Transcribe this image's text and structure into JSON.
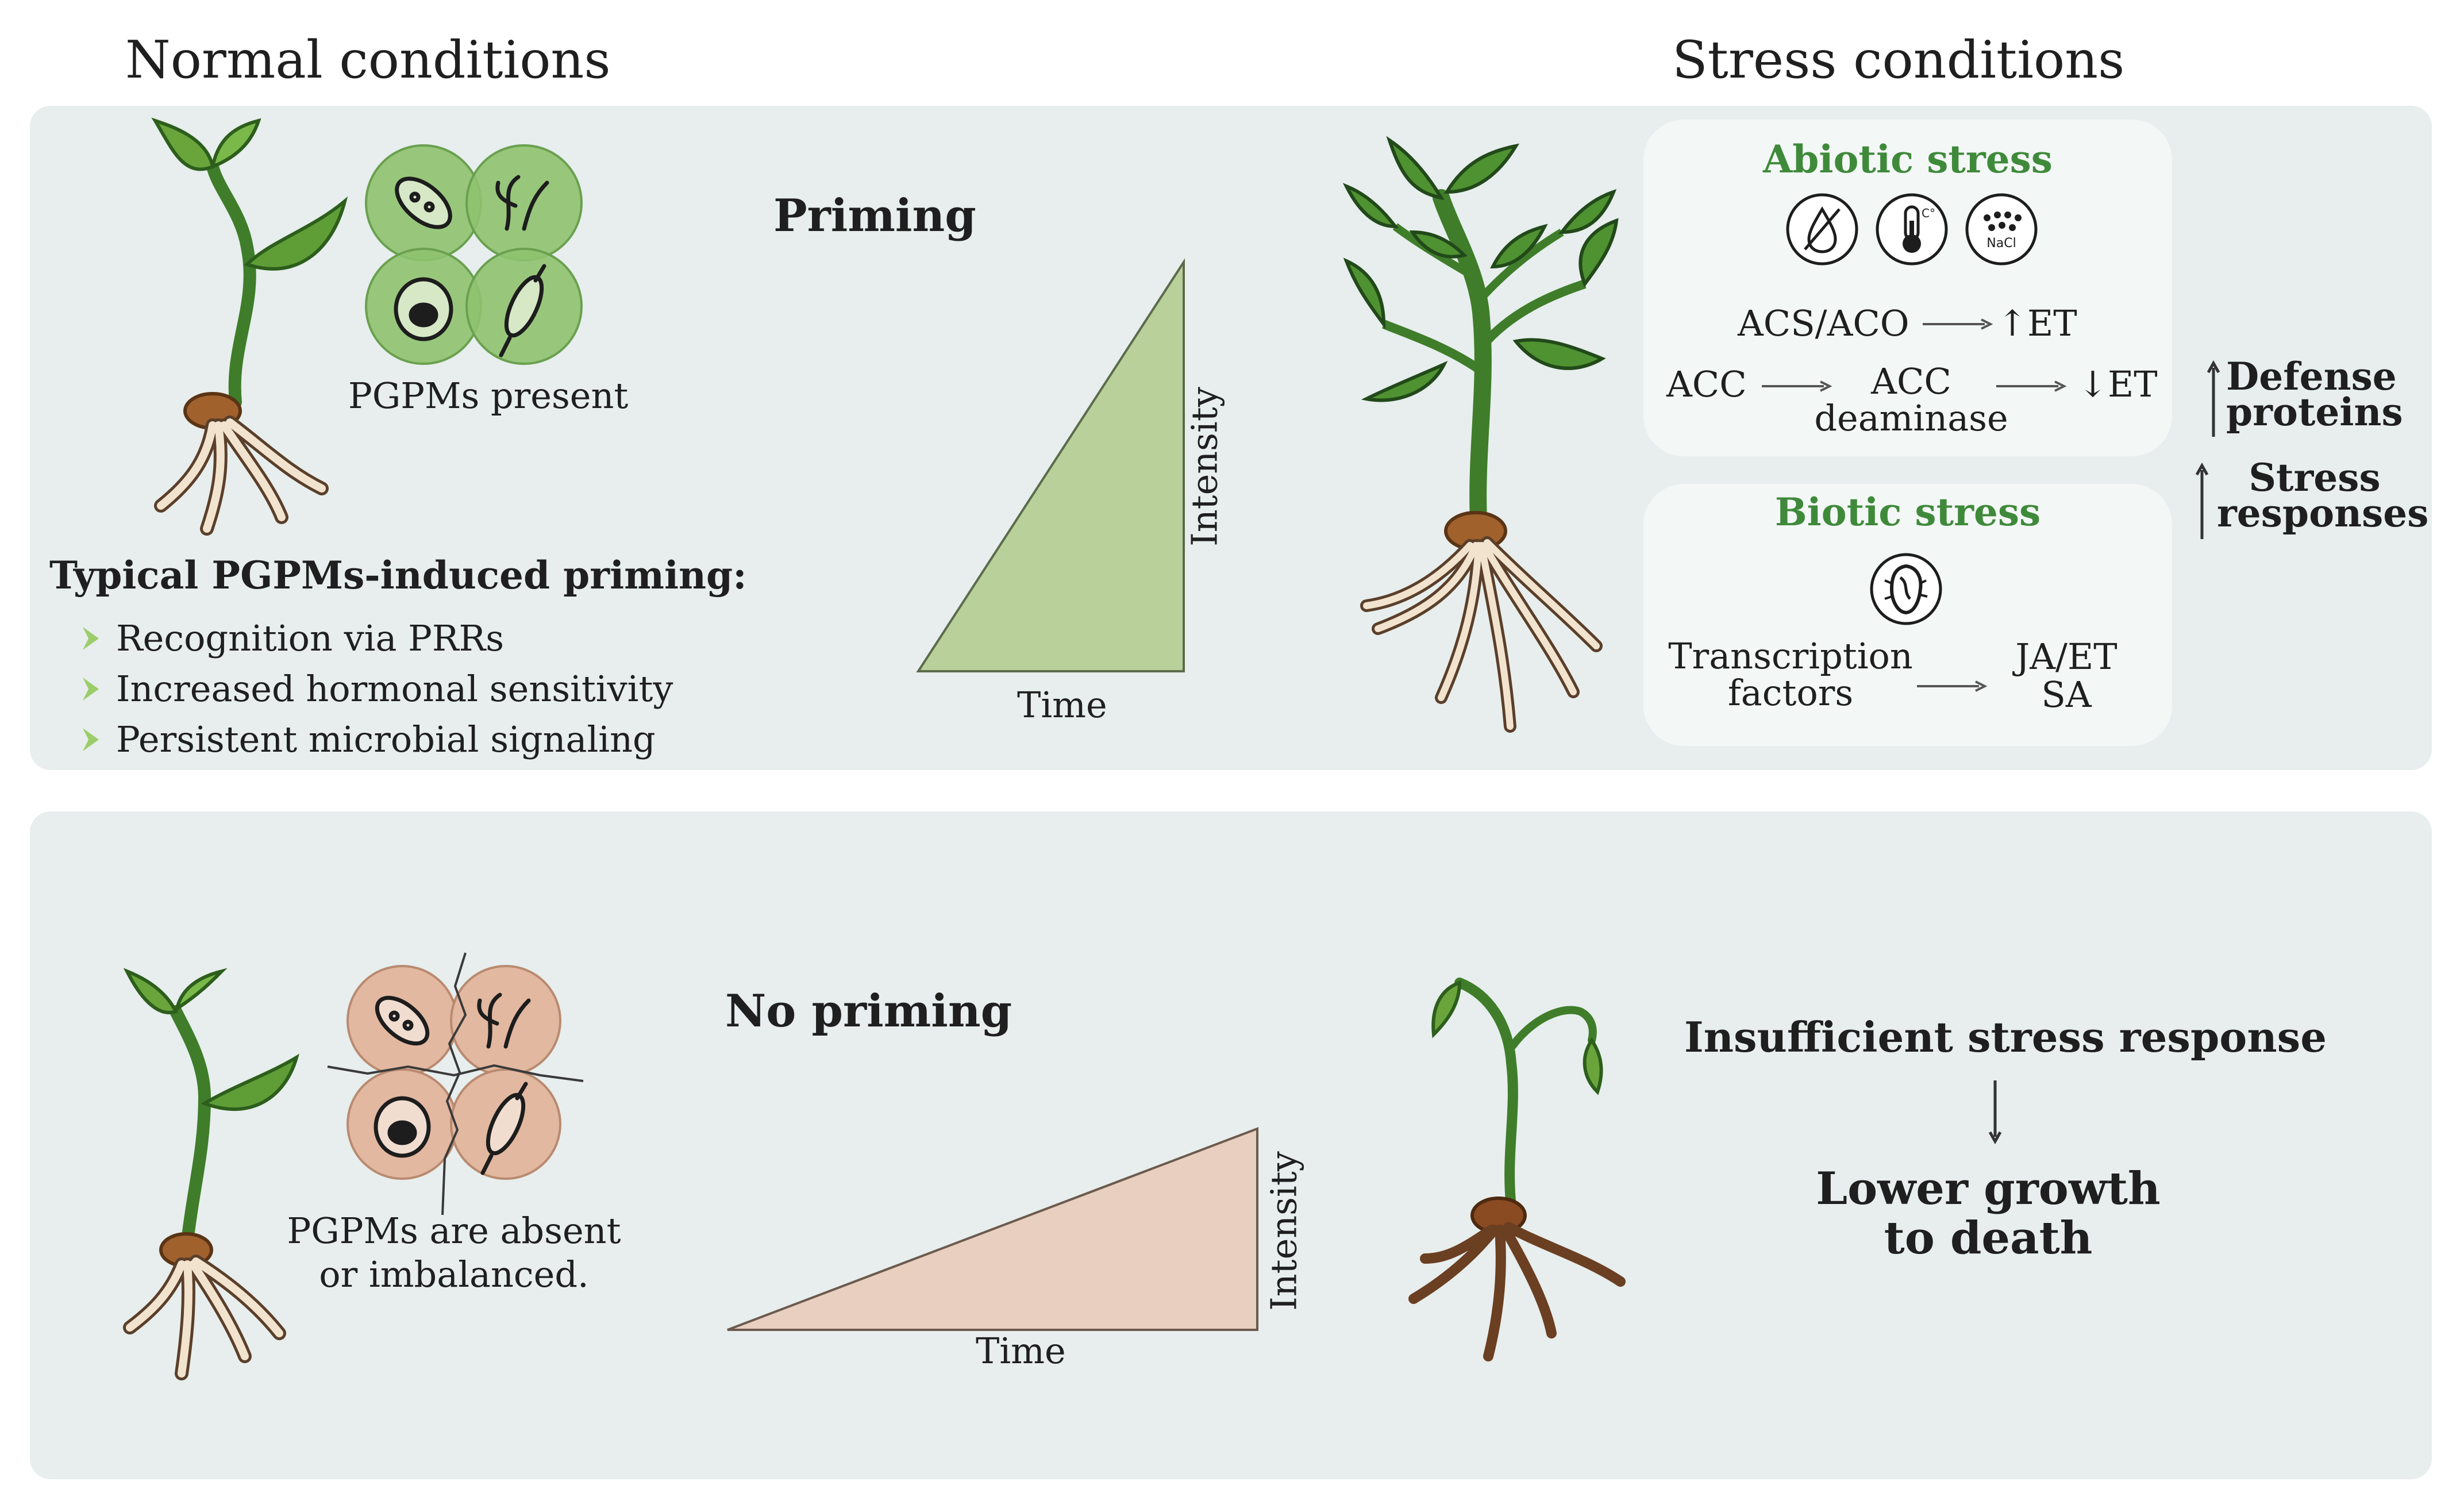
{
  "headings": {
    "normal": "Normal conditions",
    "stress": "Stress conditions"
  },
  "top": {
    "pgpm_label": "PGPMs present",
    "priming_title": "Priming",
    "time_label": "Time",
    "intensity_label": "Intensity",
    "typical_title": "Typical PGPMs-induced priming:",
    "bullets": [
      "Recognition via PRRs",
      "Increased hormonal sensitivity",
      "Persistent microbial signaling"
    ],
    "abiotic": {
      "title": "Abiotic stress",
      "icons": [
        "drought-icon",
        "temperature-icon",
        "salt-icon"
      ],
      "salt_label": "NaCl",
      "temp_label": "C°",
      "row1_left": "ACS/ACO",
      "row1_right": "↑ET",
      "row2_left": "ACC",
      "row2_mid_line1": "ACC",
      "row2_mid_line2": "deaminase",
      "row2_right": "↓ET"
    },
    "biotic": {
      "title": "Biotic stress",
      "icon": "pathogen-icon",
      "tf_line1": "Transcription",
      "tf_line2": "factors",
      "hormones_line1": "JA/ET",
      "hormones_line2": "SA"
    },
    "defense_line1": "Defense",
    "defense_line2": "proteins",
    "stress_resp_line1": "Stress",
    "stress_resp_line2": "responses"
  },
  "bottom": {
    "pgpm_line1": "PGPMs are absent",
    "pgpm_line2": "or imbalanced.",
    "no_priming_title": "No priming",
    "time_label": "Time",
    "intensity_label": "Intensity",
    "insufficient": "Insufficient stress response",
    "outcome_line1": "Lower growth",
    "outcome_line2": "to death"
  },
  "colors": {
    "panel_bg": "#e7eeed",
    "green_triangle": "#b9d09a",
    "peach_triangle": "#e8cfbf",
    "accent_green": "#3f8a3a",
    "microbe_green": "#8fc26f",
    "microbe_peach": "#e2b8a0"
  }
}
